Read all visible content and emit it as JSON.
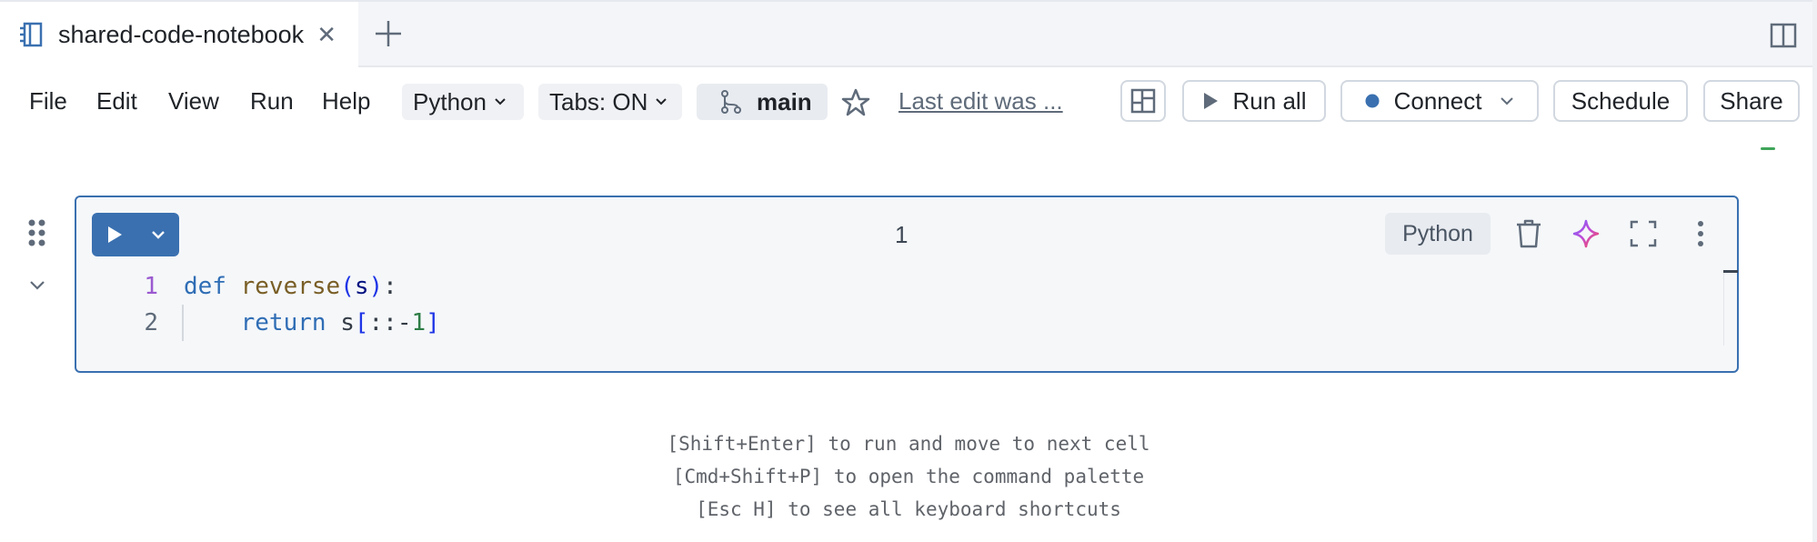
{
  "tab_bar": {
    "active_tab": {
      "title": "shared-code-notebook",
      "icon": "notebook-icon",
      "close_icon": "close-icon"
    },
    "add_tab_icon": "plus-icon",
    "split_view_icon": "split-view-icon"
  },
  "menu_bar": {
    "items": [
      {
        "label": "File"
      },
      {
        "label": "Edit"
      },
      {
        "label": "View"
      },
      {
        "label": "Run"
      },
      {
        "label": "Help"
      }
    ],
    "language_dropdown": {
      "value": "Python",
      "icon": "chevron-down-icon"
    },
    "tabs_dropdown": {
      "value": "Tabs: ON",
      "icon": "chevron-down-icon"
    },
    "branch": {
      "label": "main",
      "icon": "git-branch-icon"
    },
    "favorite_icon": "star-icon",
    "last_edit": "Last edit was ..."
  },
  "toolbar": {
    "layout_icon": "layout-icon",
    "run_all": {
      "label": "Run all",
      "icon": "play-icon"
    },
    "connect": {
      "label": "Connect",
      "status_color": "#3a70b0",
      "icon": "chevron-down-icon"
    },
    "schedule": {
      "label": "Schedule"
    },
    "share": {
      "label": "Share"
    }
  },
  "cell": {
    "number": "1",
    "language": "Python",
    "run_icon": "play-icon",
    "run_menu_icon": "chevron-down-icon",
    "actions": [
      "trash-icon",
      "ai-sparkle-icon",
      "fullscreen-icon",
      "more-vertical-icon"
    ],
    "code": [
      {
        "line": "1",
        "tokens": {
          "kw": "def",
          "fn": "reverse",
          "open": "(",
          "arg": "s",
          "close": ")",
          "colon": ":"
        }
      },
      {
        "line": "2",
        "tokens": {
          "indent": "    ",
          "kw": "return",
          "var": " s",
          "open": "[",
          "slice": "::-",
          "num": "1",
          "close": "]"
        }
      }
    ],
    "accent_color": "#3a70b0"
  },
  "hints": [
    "[Shift+Enter] to run and move to next cell",
    "[Cmd+Shift+P] to open the command palette",
    "[Esc H] to see all keyboard shortcuts"
  ]
}
